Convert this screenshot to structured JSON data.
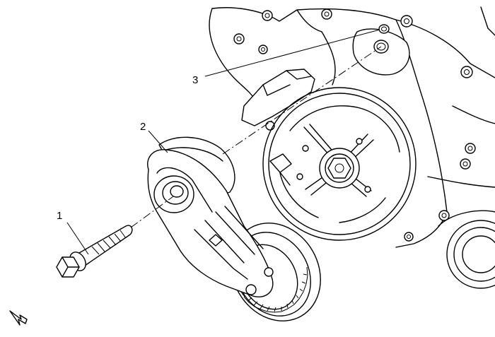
{
  "diagram": {
    "callouts": [
      {
        "id": "1",
        "label": "1"
      },
      {
        "id": "2",
        "label": "2"
      },
      {
        "id": "3",
        "label": "3"
      }
    ],
    "icons": {
      "view_arrow": "view-direction-arrow-icon"
    },
    "colors": {
      "line": "#000000",
      "background": "#ffffff"
    }
  }
}
